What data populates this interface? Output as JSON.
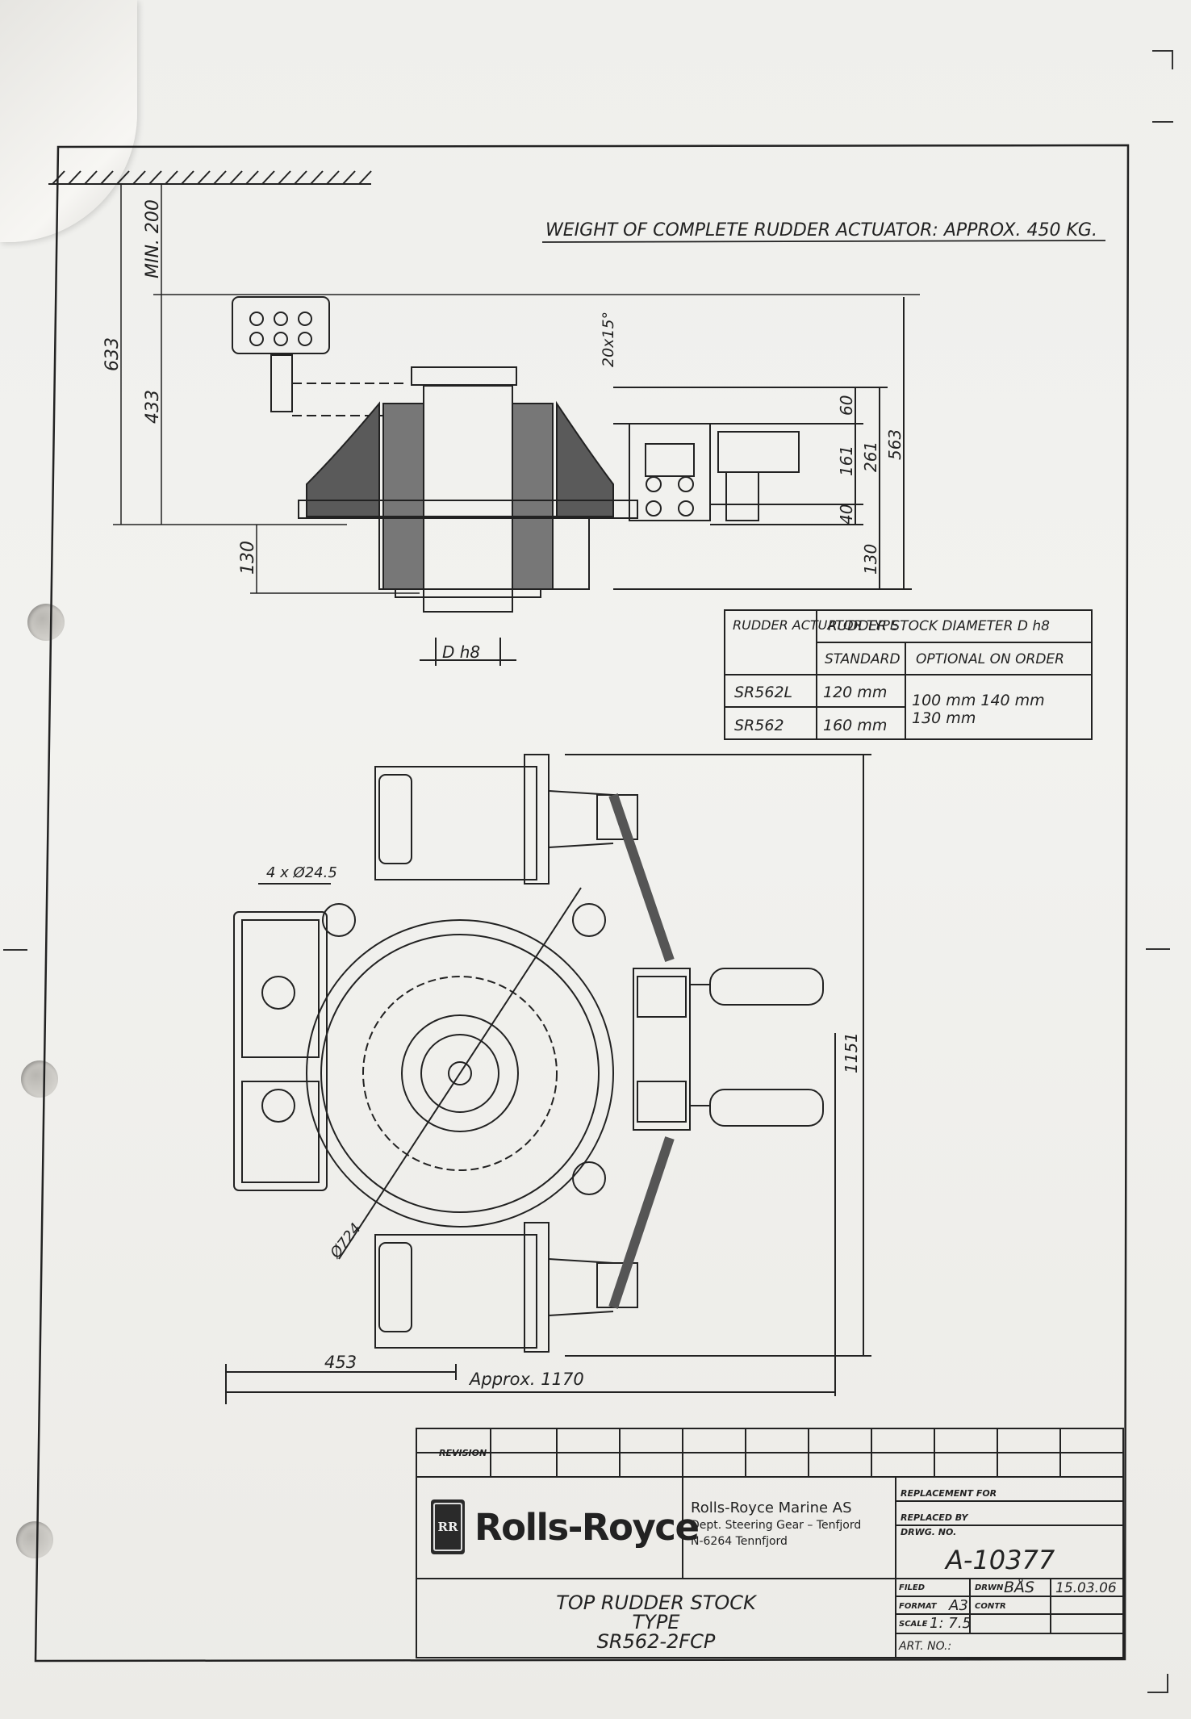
{
  "header": {
    "weight_note": "WEIGHT OF COMPLETE RUDDER ACTUATOR: APPROX. 450 KG."
  },
  "dimensions": {
    "min200": "MIN. 200",
    "d633": "633",
    "d433": "433",
    "d130_left": "130",
    "d20x15": "20x15°",
    "d60": "60",
    "d161": "161",
    "d261": "261",
    "d563": "563",
    "d40": "40",
    "d130_right": "130",
    "dh8": "D h8",
    "holes": "4 x Ø24.5",
    "d724": "Ø724",
    "d1151": "1151",
    "d453": "453",
    "approx1170": "Approx. 1170"
  },
  "spec_table": {
    "col1_header": "RUDDER ACTUATOR TYPE",
    "group_header": "RUDDER STOCK DIAMETER D h8",
    "standard_header": "STANDARD",
    "optional_header": "OPTIONAL ON ORDER",
    "rows": [
      {
        "type": "SR562L",
        "standard": "120 mm"
      },
      {
        "type": "SR562",
        "standard": "160 mm"
      }
    ],
    "optional_line1": "100 mm  140 mm",
    "optional_line2": "130 mm"
  },
  "title_block": {
    "revision_label": "REVISION",
    "brand": "Rolls-Royce",
    "logo_letters": "RR",
    "company": "Rolls-Royce Marine AS",
    "dept": "Dept. Steering Gear – Tenfjord",
    "address": "N-6264 Tennfjord",
    "replacement_for": "REPLACEMENT FOR",
    "replaced_by": "REPLACED BY",
    "drwg_no_label": "DRWG. NO.",
    "drawing_number": "A-10377",
    "title_line1": "TOP RUDDER STOCK",
    "title_line2": "TYPE",
    "title_line3": "SR562-2FCP",
    "filed_label": "FILED",
    "drwn_label": "DRWN",
    "drwn_value": "BÅS",
    "date": "15.03.06",
    "format_label": "FORMAT",
    "format_value": "A3",
    "contr_label": "CONTR",
    "scale_label": "SCALE",
    "scale_value": "1: 7.5",
    "art_no_label": "ART. NO.:"
  }
}
